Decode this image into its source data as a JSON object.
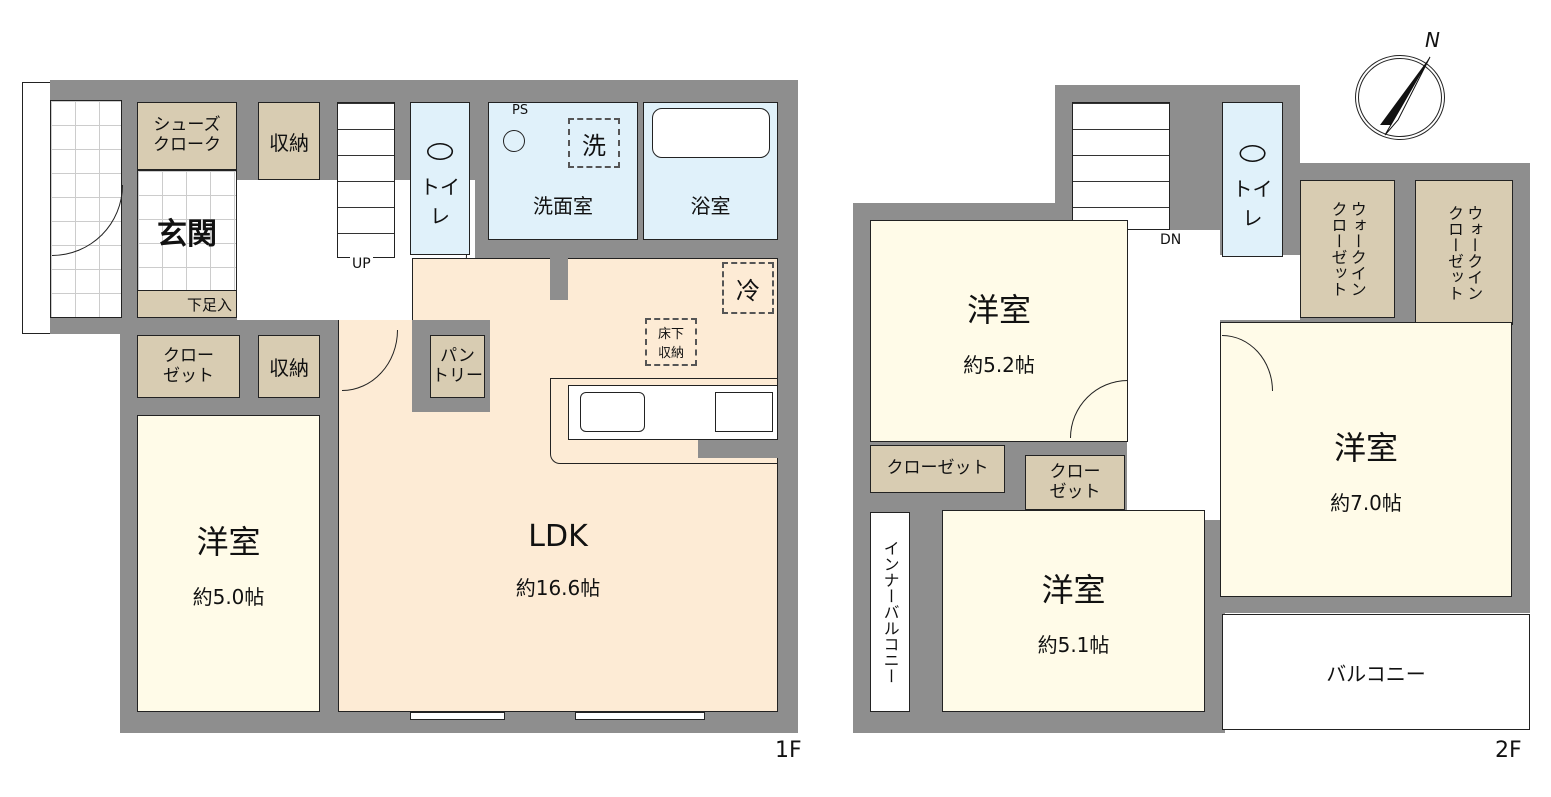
{
  "floor1": {
    "label": "1F",
    "rooms": {
      "shoe_cloak": "シューズ\nクローク",
      "storage_top": "収納",
      "genkan": "玄関",
      "shoe_box": "下足入",
      "stairs_up": "UP",
      "toilet": "トイレ",
      "ps": "PS",
      "washer": "洗",
      "washroom": "洗面室",
      "bath": "浴室",
      "fridge": "冷",
      "underfloor": "床下\n収納",
      "pantry": "パン\nトリー",
      "closet": "クロー\nゼット",
      "storage_bottom": "収納",
      "western_room": "洋室",
      "western_room_size": "約5.0帖",
      "ldk": "LDK",
      "ldk_size": "約16.6帖"
    }
  },
  "floor2": {
    "label": "2F",
    "rooms": {
      "stairs_down": "DN",
      "toilet": "トイレ",
      "wic1": "ウォークイン\nクローゼット",
      "wic2": "ウォークイン\nクローゼット",
      "room_a": "洋室",
      "room_a_size": "約5.2帖",
      "closet_a": "クローゼット",
      "closet_b": "クロー\nゼット",
      "room_b": "洋室",
      "room_b_size": "約7.0帖",
      "inner_balcony": "インナーバルコニー",
      "room_c": "洋室",
      "room_c_size": "約5.1帖",
      "balcony": "バルコニー"
    }
  },
  "compass": {
    "north_label": "N"
  },
  "colors": {
    "wall": "#8e8e8e",
    "room": "#fffbe8",
    "ldk": "#fdebd5",
    "storage": "#d8ccb2",
    "wet": "#e0f1fa"
  }
}
